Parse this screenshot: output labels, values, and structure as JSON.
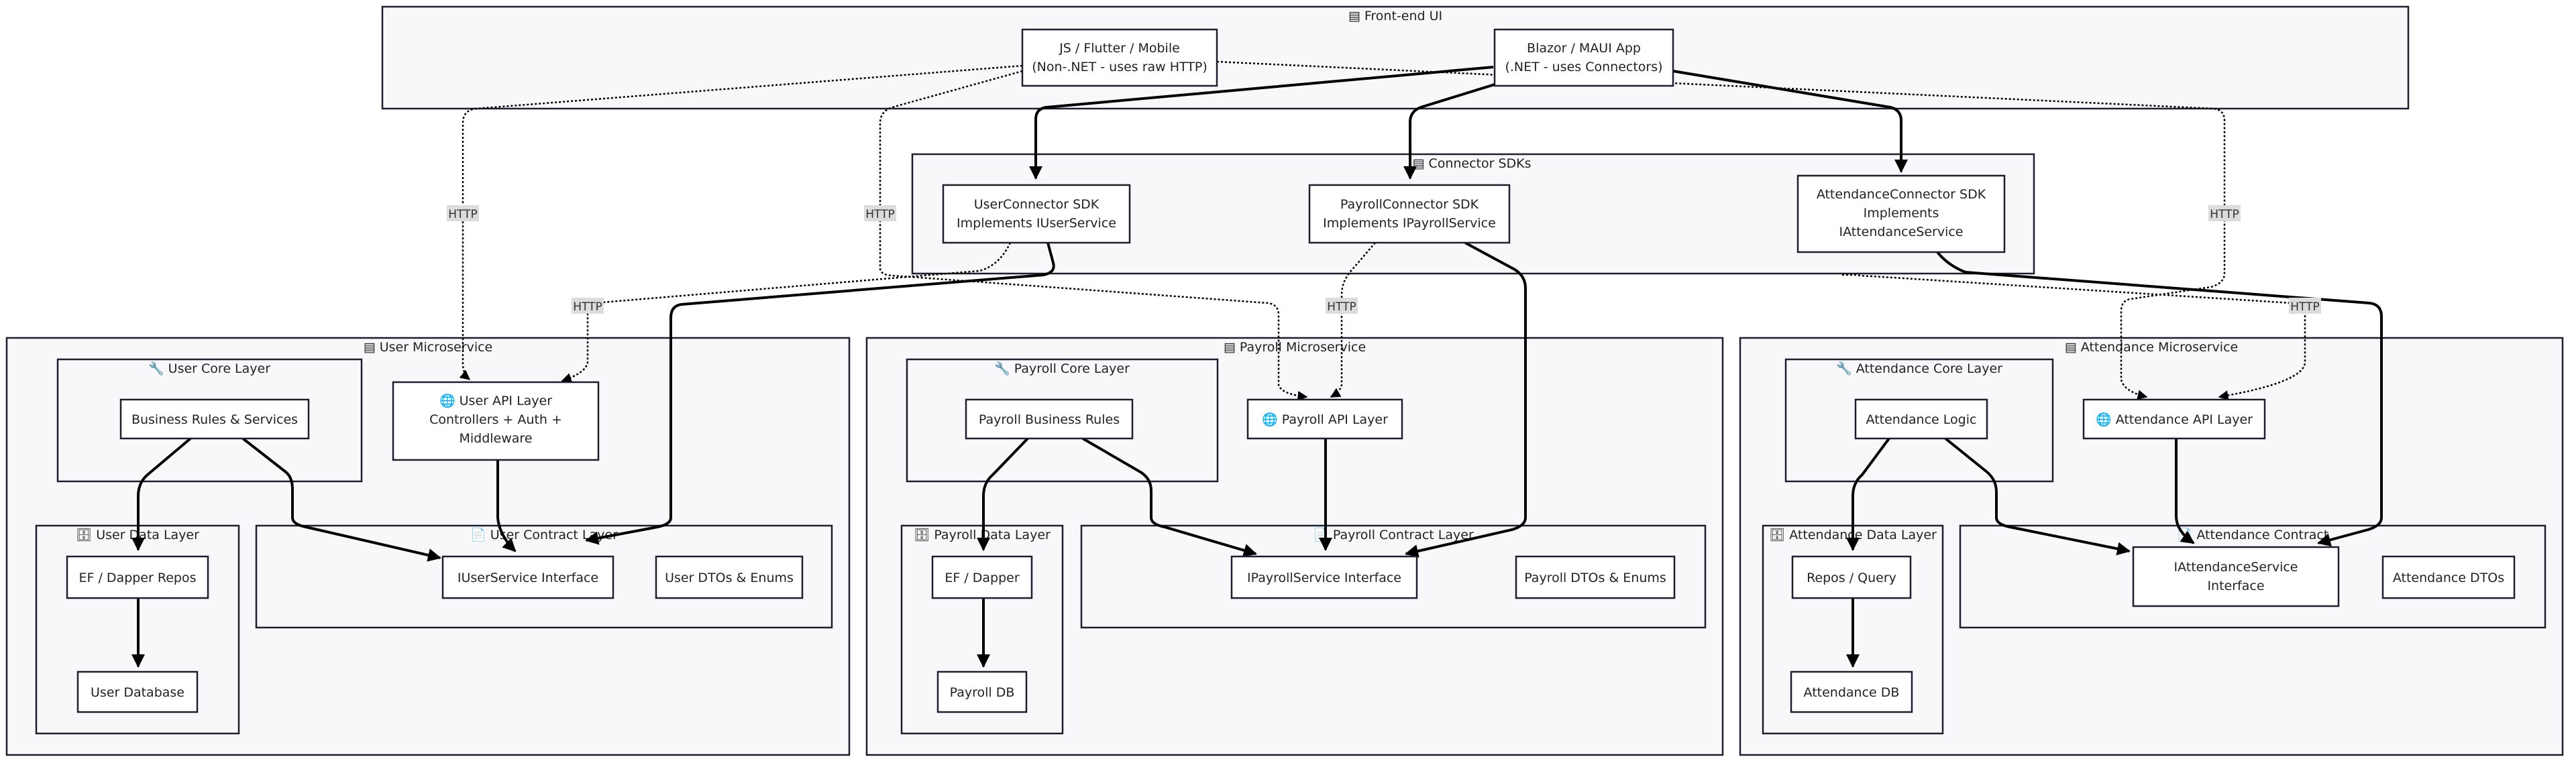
{
  "clusters": {
    "frontend": "▤ Front-end UI",
    "connectors": "▤ Connector SDKs",
    "user_ms": "▤ User Microservice",
    "payroll_ms": "▤ Payroll Microservice",
    "attendance_ms": "▤ Attendance Microservice",
    "user_core": "🔧 User Core Layer",
    "user_data": "🗄 User Data Layer",
    "user_contract": "📄 User Contract Layer",
    "payroll_core": "🔧 Payroll Core Layer",
    "payroll_data": "🗄 Payroll Data Layer",
    "payroll_contract": "📄 Payroll Contract Layer",
    "attendance_core": "🔧 Attendance Core Layer",
    "attendance_data": "🗄 Attendance Data Layer",
    "attendance_contract": "📄 Attendance Contract"
  },
  "nodes": {
    "js_app": [
      "JS / Flutter / Mobile",
      "(Non-.NET - uses raw HTTP)"
    ],
    "blazor_app": [
      "Blazor / MAUI App",
      "(.NET - uses Connectors)"
    ],
    "user_connector": [
      "UserConnector SDK",
      "Implements IUserService"
    ],
    "payroll_connector": [
      "PayrollConnector SDK",
      "Implements IPayrollService"
    ],
    "attendance_connector": [
      "AttendanceConnector SDK",
      "Implements",
      "IAttendanceService"
    ],
    "user_business": [
      "Business Rules & Services"
    ],
    "user_api": [
      "🌐 User API Layer",
      "Controllers + Auth +",
      "Middleware"
    ],
    "user_repos": [
      "EF / Dapper Repos"
    ],
    "user_db": [
      "User Database"
    ],
    "user_iservice": [
      "IUserService Interface"
    ],
    "user_dtos": [
      "User DTOs & Enums"
    ],
    "payroll_business": [
      "Payroll Business Rules"
    ],
    "payroll_api": [
      "🌐 Payroll API Layer"
    ],
    "payroll_dapper": [
      "EF / Dapper"
    ],
    "payroll_db": [
      "Payroll DB"
    ],
    "payroll_iservice": [
      "IPayrollService Interface"
    ],
    "payroll_dtos": [
      "Payroll DTOs & Enums"
    ],
    "attendance_logic": [
      "Attendance Logic"
    ],
    "attendance_api": [
      "🌐 Attendance API Layer"
    ],
    "attendance_repos": [
      "Repos / Query"
    ],
    "attendance_db": [
      "Attendance DB"
    ],
    "attendance_iservice": [
      "IAttendanceService",
      "Interface"
    ],
    "attendance_dtos": [
      "Attendance DTOs"
    ]
  },
  "edge_labels": {
    "http": "HTTP"
  }
}
